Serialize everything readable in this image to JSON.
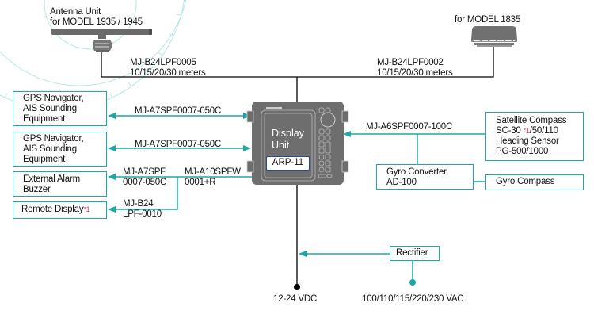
{
  "colors": {
    "teal": "#1aa9a6",
    "radar_ring": "#b8e6e6",
    "unit_gray": "#6e6e6e",
    "note_red": "#e8305a"
  },
  "antennas": {
    "main": {
      "line1": "Antenna Unit",
      "line2": "for MODEL 1935 / 1945"
    },
    "radome": {
      "label": "for MODEL 1835"
    }
  },
  "cables": {
    "antenna_main": {
      "line1": "MJ-B24LPF0005",
      "line2": "10/15/20/30 meters"
    },
    "antenna_radome": {
      "line1": "MJ-B24LPF0002",
      "line2": "10/15/20/30 meters"
    },
    "gps1": "MJ-A7SPF0007-050C",
    "gps2": "MJ-A7SPF0007-050C",
    "alarm": {
      "line1": "MJ-A7SPF",
      "line2": "0007-050C"
    },
    "alarm_trunk": {
      "line1": "MJ-A10SPFW",
      "line2": "0001+R"
    },
    "remote": {
      "line1": "MJ-B24",
      "line2": "LPF-0010"
    },
    "heading": "MJ-A6SPF0007-100C"
  },
  "display_unit": {
    "line1": "Display",
    "line2": "Unit",
    "model": "ARP-11"
  },
  "devices": {
    "gps1": {
      "lines": [
        "GPS Navigator,",
        "AIS Sounding",
        "Equipment"
      ]
    },
    "gps2": {
      "lines": [
        "GPS Navigator,",
        "AIS Sounding",
        "Equipment"
      ]
    },
    "alarm": {
      "lines": [
        "External Alarm",
        "Buzzer"
      ]
    },
    "remote": {
      "label": "Remote Display",
      "note": "*1"
    },
    "satellite": {
      "line1": "Satellite Compass",
      "line2_a": "SC-30",
      "line2_note": "*1",
      "line2_b": "/50/110",
      "line3": "Heading Sensor",
      "line4": "PG-500/1000"
    },
    "gyro_converter": {
      "lines": [
        "Gyro Converter",
        "AD-100"
      ]
    },
    "gyro_compass": {
      "label": "Gyro Compass"
    },
    "rectifier": {
      "label": "Rectifier"
    }
  },
  "power": {
    "dc": "12-24 VDC",
    "ac": "100/110/115/220/230 VAC"
  }
}
